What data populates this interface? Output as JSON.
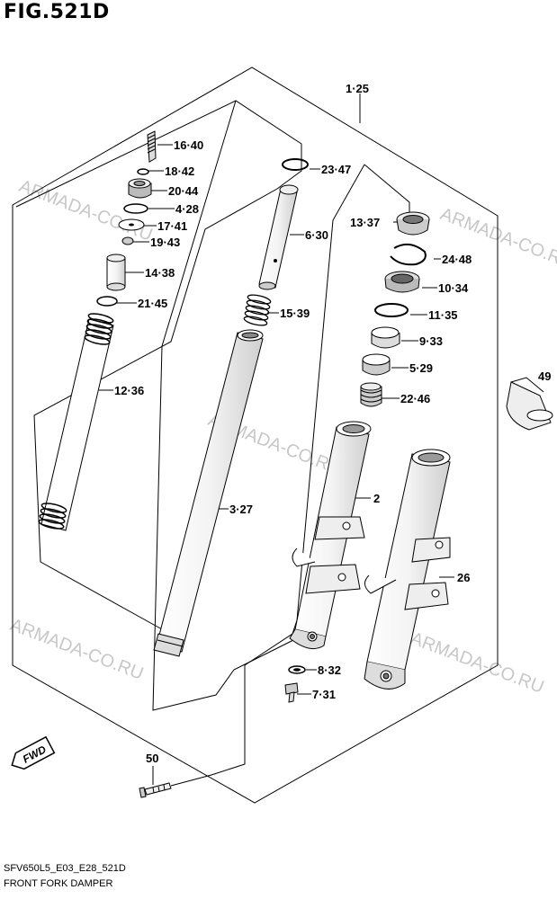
{
  "title": "FIG.521D",
  "footer": {
    "code": "SFV650L5_E03_E28_521D",
    "name": "FRONT FORK DAMPER"
  },
  "watermark": "ARMADA-CO.RU",
  "fwd_label": "FWD",
  "callouts": [
    {
      "id": "c-1-25",
      "text": "1·25"
    },
    {
      "id": "c-16-40",
      "text": "16·40"
    },
    {
      "id": "c-18-42",
      "text": "18·42"
    },
    {
      "id": "c-20-44",
      "text": "20·44"
    },
    {
      "id": "c-4-28",
      "text": "4·28"
    },
    {
      "id": "c-17-41",
      "text": "17·41"
    },
    {
      "id": "c-19-43",
      "text": "19·43"
    },
    {
      "id": "c-14-38",
      "text": "14·38"
    },
    {
      "id": "c-21-45",
      "text": "21·45"
    },
    {
      "id": "c-12-36",
      "text": "12·36"
    },
    {
      "id": "c-23-47",
      "text": "23·47"
    },
    {
      "id": "c-6-30",
      "text": "6·30"
    },
    {
      "id": "c-15-39",
      "text": "15·39"
    },
    {
      "id": "c-3-27",
      "text": "3·27"
    },
    {
      "id": "c-13-37",
      "text": "13·37"
    },
    {
      "id": "c-24-48",
      "text": "24·48"
    },
    {
      "id": "c-10-34",
      "text": "10·34"
    },
    {
      "id": "c-11-35",
      "text": "11·35"
    },
    {
      "id": "c-9-33",
      "text": "9·33"
    },
    {
      "id": "c-5-29",
      "text": "5·29"
    },
    {
      "id": "c-22-46",
      "text": "22·46"
    },
    {
      "id": "c-2",
      "text": "2"
    },
    {
      "id": "c-26",
      "text": "26"
    },
    {
      "id": "c-49",
      "text": "49"
    },
    {
      "id": "c-8-32",
      "text": "8·32"
    },
    {
      "id": "c-7-31",
      "text": "7·31"
    },
    {
      "id": "c-50",
      "text": "50"
    }
  ]
}
